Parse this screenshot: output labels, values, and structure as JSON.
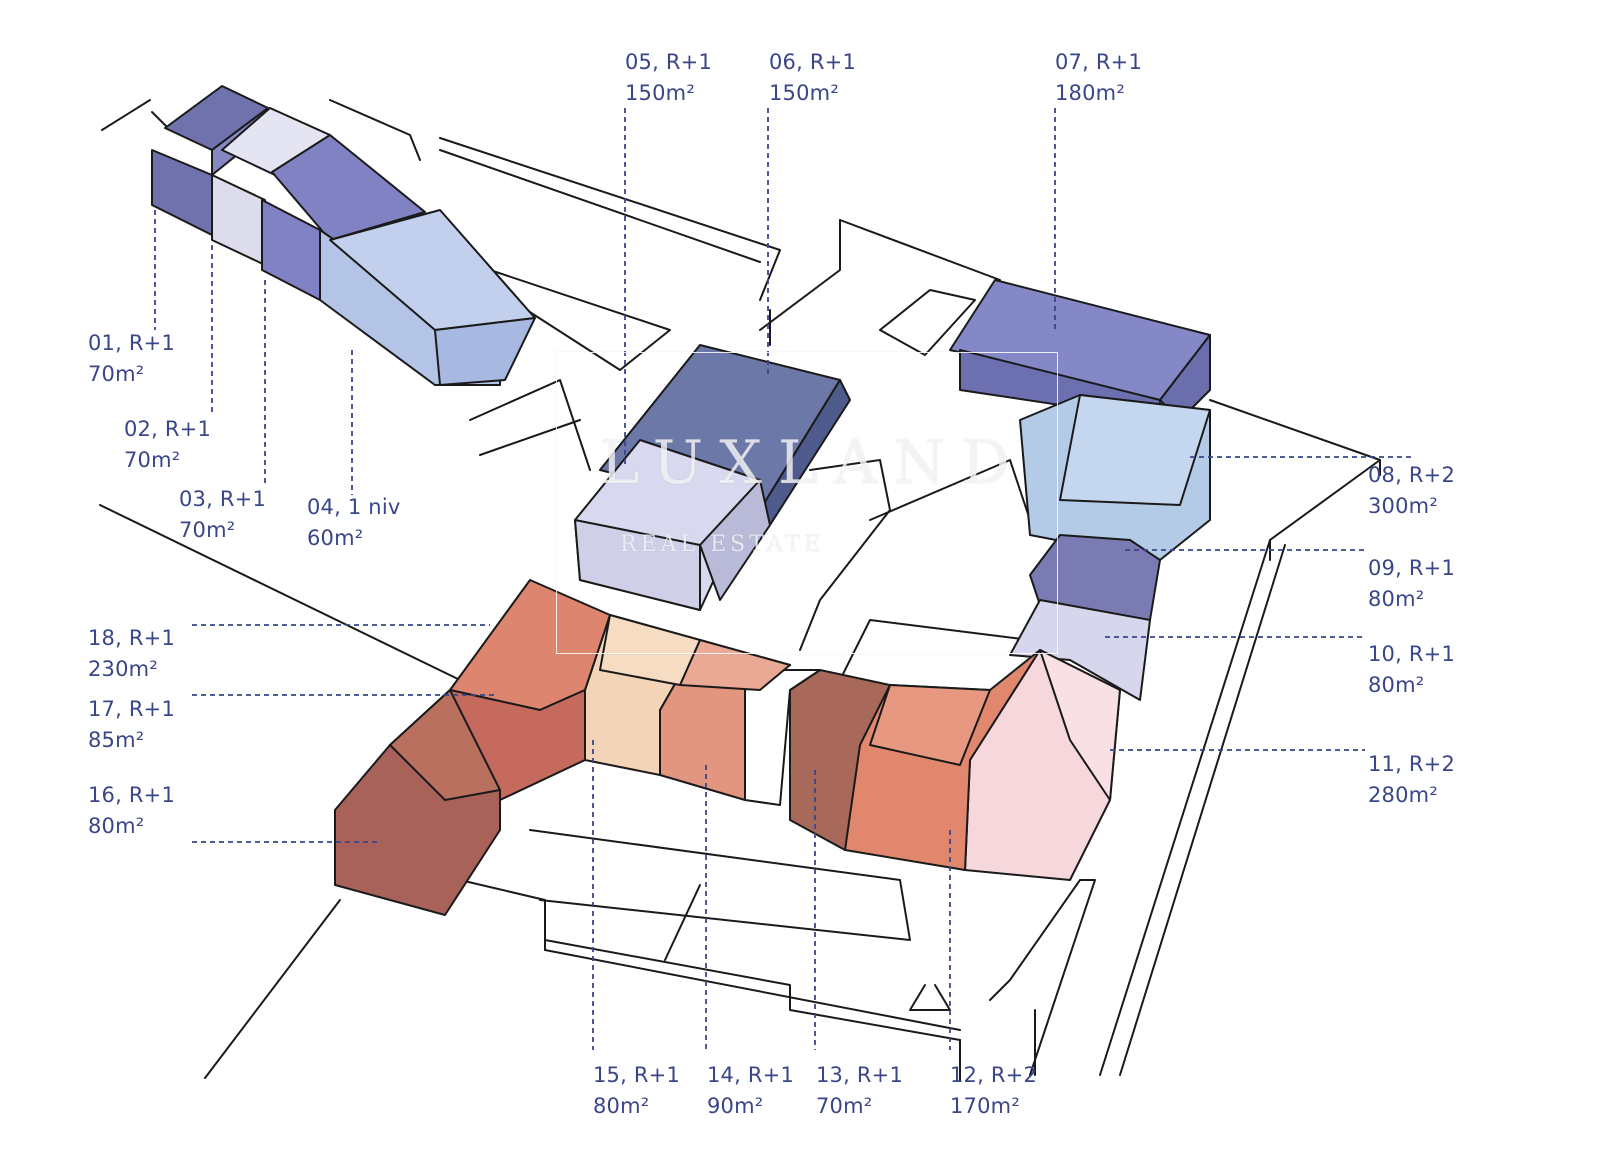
{
  "colors": {
    "label_text": "#3a4688",
    "leader_line": "#3a4688",
    "outline": "#1a1a1a",
    "lot_01": "#6f72ad",
    "lot_02": "#dcdcec",
    "lot_03": "#8082c4",
    "lot_04": "#b4c4e6",
    "lot_05": "#d8d8ee",
    "lot_06": "#6c78a8",
    "lot_07": "#8488c6",
    "lot_08": "#b4cbe8",
    "lot_09": "#7b7bb3",
    "lot_10": "#d6d6ec",
    "lot_11": "#f6d7dc",
    "lot_12": "#e0876d",
    "lot_13": "#a8685a",
    "lot_14": "#e2967f",
    "lot_15": "#f3d4b6",
    "lot_16": "#a8625a",
    "lot_17": "#c76a5e",
    "lot_18": "#de8570"
  },
  "watermark": {
    "brand": "LUXLAND",
    "tagline": "REAL ESTATE"
  },
  "lots": [
    {
      "id": "01",
      "line1": "01, R+1",
      "line2": "70m²"
    },
    {
      "id": "02",
      "line1": "02, R+1",
      "line2": "70m²"
    },
    {
      "id": "03",
      "line1": "03, R+1",
      "line2": "70m²"
    },
    {
      "id": "04",
      "line1": "04, 1 niv",
      "line2": "60m²"
    },
    {
      "id": "05",
      "line1": "05, R+1",
      "line2": "150m²"
    },
    {
      "id": "06",
      "line1": "06, R+1",
      "line2": "150m²"
    },
    {
      "id": "07",
      "line1": "07, R+1",
      "line2": "180m²"
    },
    {
      "id": "08",
      "line1": "08, R+2",
      "line2": "300m²"
    },
    {
      "id": "09",
      "line1": "09, R+1",
      "line2": "80m²"
    },
    {
      "id": "10",
      "line1": "10, R+1",
      "line2": "80m²"
    },
    {
      "id": "11",
      "line1": "11, R+2",
      "line2": "280m²"
    },
    {
      "id": "12",
      "line1": "12, R+2",
      "line2": "170m²"
    },
    {
      "id": "13",
      "line1": "13, R+1",
      "line2": "70m²"
    },
    {
      "id": "14",
      "line1": "14, R+1",
      "line2": "90m²"
    },
    {
      "id": "15",
      "line1": "15, R+1",
      "line2": "80m²"
    },
    {
      "id": "16",
      "line1": "16, R+1",
      "line2": "80m²"
    },
    {
      "id": "17",
      "line1": "17, R+1",
      "line2": "85m²"
    },
    {
      "id": "18",
      "line1": "18, R+1",
      "line2": "230m²"
    }
  ]
}
